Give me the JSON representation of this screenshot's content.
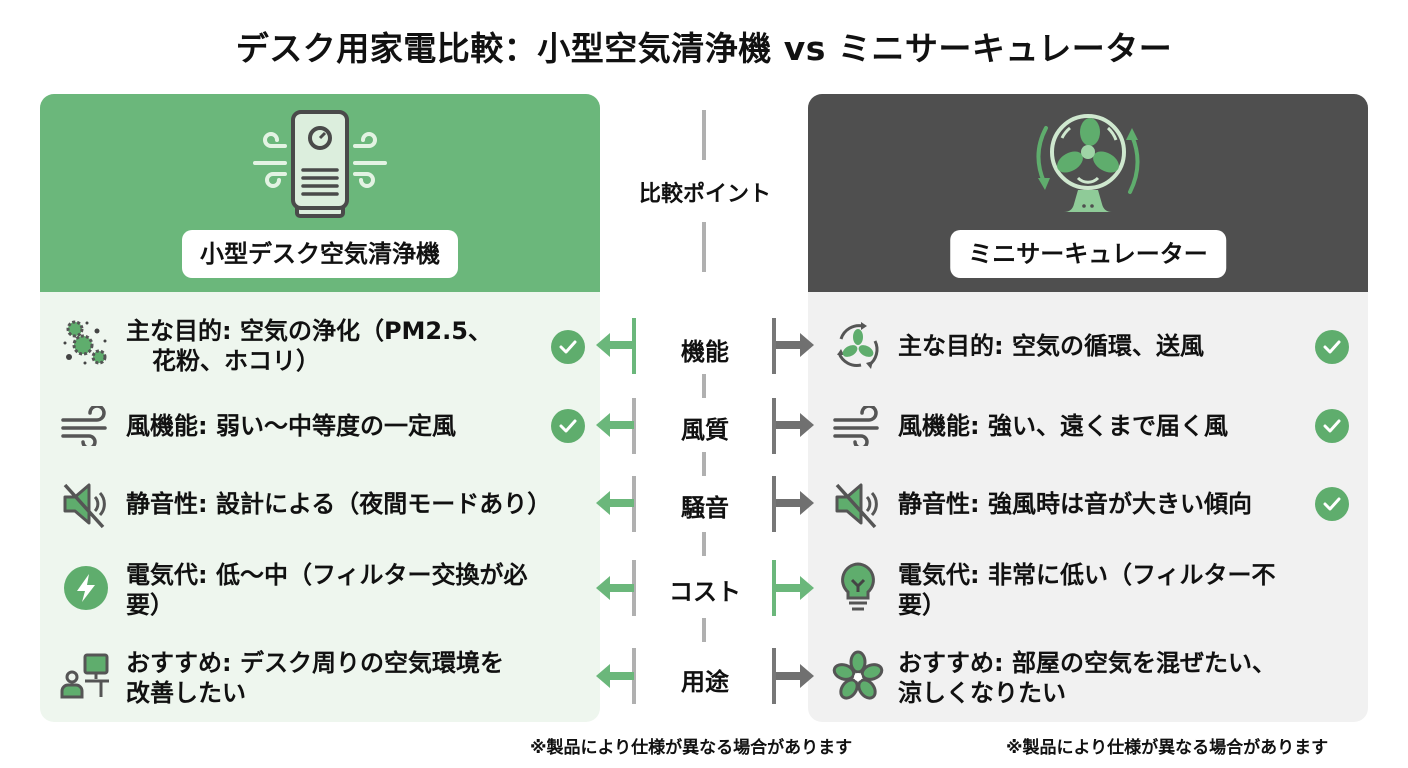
{
  "title": "デスク用家電比較：小型空気清浄機 vs ミニサーキュレーター",
  "colors": {
    "green": "#6bb77b",
    "dark": "#4f4f4f",
    "check": "#5fad6d",
    "left_bg": "#eef6ee",
    "right_bg": "#f1f1f1"
  },
  "center": {
    "title": "比較ポイント",
    "categories": [
      "機能",
      "風質",
      "騒音",
      "コスト",
      "用途"
    ]
  },
  "left": {
    "label": "小型デスク空気清浄機",
    "hero_icon": "air-purifier-icon",
    "rows": [
      {
        "icon": "dust-particles-icon",
        "text": "主な目的: 空気の浄化（PM2.5、　花粉、ホコリ）",
        "line1": "主な目的: 空気の浄化（PM2.5、",
        "line2": "花粉、ホコリ）",
        "check": true,
        "arrow_color": "green",
        "bar_color": "green"
      },
      {
        "icon": "wind-icon",
        "text": "風機能: 弱い〜中等度の一定風",
        "line1": "風機能: 弱い〜中等度の一定風",
        "line2": "",
        "check": true,
        "arrow_color": "green",
        "bar_color": "gray"
      },
      {
        "icon": "mute-speaker-icon",
        "text": "静音性: 設計による（夜間モードあり）",
        "line1": "静音性: 設計による（夜間モードあり）",
        "line2": "",
        "check": false,
        "arrow_color": "green",
        "bar_color": "gray"
      },
      {
        "icon": "lightning-icon",
        "text": "電気代: 低〜中（フィルター交換が必要）",
        "line1": "電気代: 低〜中（フィルター交換が必",
        "line2": "要）",
        "check": false,
        "arrow_color": "green",
        "bar_color": "gray"
      },
      {
        "icon": "desk-user-icon",
        "text": "おすすめ: デスク周りの空気環境を改善したい",
        "line1": "おすすめ: デスク周りの空気環境を",
        "line2": "改善したい",
        "check": false,
        "arrow_color": "green",
        "bar_color": "gray"
      }
    ]
  },
  "right": {
    "label": "ミニサーキュレーター",
    "hero_icon": "oscillating-fan-icon",
    "rows": [
      {
        "icon": "circulation-fan-icon",
        "text": "主な目的: 空気の循環、送風",
        "line1": "主な目的: 空気の循環、送風",
        "line2": "",
        "check": true,
        "arrow_color": "gray",
        "bar_color": "gray"
      },
      {
        "icon": "wind-icon",
        "text": "風機能: 強い、遠くまで届く風",
        "line1": "風機能: 強い、遠くまで届く風",
        "line2": "",
        "check": true,
        "arrow_color": "gray",
        "bar_color": "gray"
      },
      {
        "icon": "mute-speaker-icon",
        "text": "静音性: 強風時は音が大きい傾向",
        "line1": "静音性: 強風時は音が大きい傾向",
        "line2": "",
        "check": true,
        "arrow_color": "gray",
        "bar_color": "gray"
      },
      {
        "icon": "lightbulb-icon",
        "text": "電気代: 非常に低い（フィルター不要）",
        "line1": "電気代: 非常に低い（フィルター不",
        "line2": "要）",
        "check": false,
        "arrow_color": "green",
        "bar_color": "green"
      },
      {
        "icon": "flower-fan-icon",
        "text": "おすすめ: 部屋の空気を混ぜたい、涼しくなりたい",
        "line1": "おすすめ: 部屋の空気を混ぜたい、",
        "line2": "涼しくなりたい",
        "check": false,
        "arrow_color": "gray",
        "bar_color": "gray"
      }
    ]
  },
  "footnotes": {
    "left": "※製品により仕様が異なる場合があります",
    "right": "※製品により仕様が異なる場合があります"
  }
}
